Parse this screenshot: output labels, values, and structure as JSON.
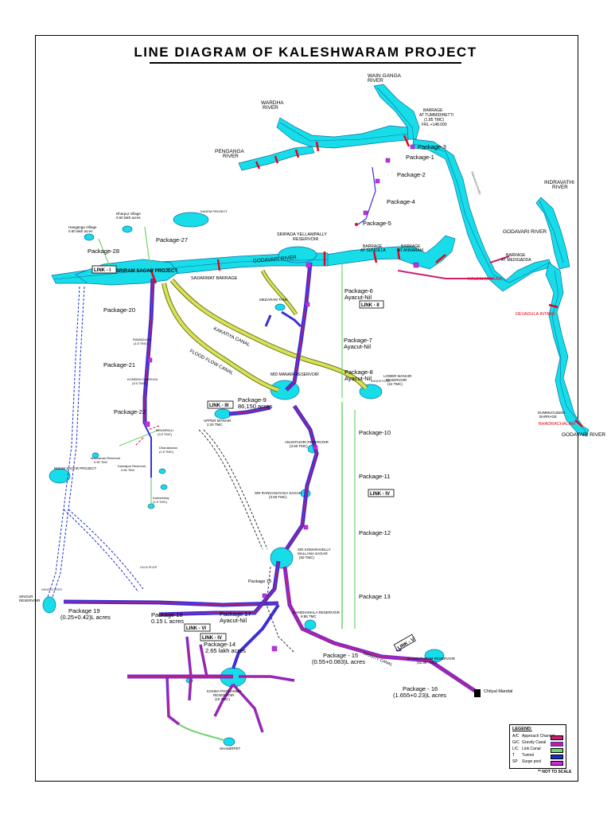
{
  "title": "LINE DIAGRAM OF KALESHWARAM PROJECT",
  "colors": {
    "river": "#17dde8",
    "river_edge": "#0a6fa8",
    "pipe": "#3b2fd6",
    "canal": "#d9e05a",
    "gravity": "#cc1f6e",
    "link": "#6fd26f",
    "surge": "#d22bd6",
    "red_text": "#e3061a"
  },
  "rivers": {
    "wainganga": "WAIN GANGA\nRIVER",
    "wardha": "WARDHA\nRIVER",
    "penganga": "PENGANGA\nRIVER",
    "indravathi": "INDRAVATHI\nRIVER",
    "godavari_right": "GODAVARI RIVER",
    "godavari_mid": "GODAVARI RIVER",
    "godavari_bottom": "GODAVARI RIVER",
    "manair": "MANAIR RIVER",
    "manjira": "MANJIRA RIVER",
    "haldi": "HALDI RIVER",
    "pranahita": "PRANAHITA RIVER"
  },
  "barrages": {
    "tummidihetti": "BARRAGE\nAT TUMMIDIHETTI\n(1.85 TMC)\nFRL +148.000",
    "sundilla": "BARRAGE\nAT SUNDILLA",
    "annaram": "BARRAGE\nAT ANNARAM",
    "medigadda": "BARRAGE\nAT MEDIGADDA",
    "kaleshwaram": "KALESHWARAM",
    "devadula": "DEVADULA INTAKE",
    "dummugudem": "DUMMUGUDEM\nBARRAGE",
    "bhadrachalam": "BHADRACHALAM",
    "sadarmat": "SADARMAT BARRAGE"
  },
  "reservoirs": {
    "sriram_sagar": "SRIRAM SAGAR PROJECT",
    "yellampally": "SRIPADA YELLAMPALLY\nRESERVOIR",
    "mid_manair": "MID MANAIR RESERVOIR",
    "lower_manair": "LOWER MANAIR\nRESERVOIR\n(24 TMC)",
    "upper_manair": "UPPER MANAIR\n2.20 TMC",
    "anantagiri": "ANANTAGIRI RESERVOIR\n(3.50 TMC)",
    "ranganayaka": "SRI RANGANAYAKA SAGAR\n(3.50 TMC)",
    "komaravelly": "SRI KOMARAVELLY\nMALLANA SAGAR\n(50 TMC)",
    "konda_pochamma": "KONDA POCHAMMA\nRESERVOIR\n(15 TMC)",
    "gandhamala": "GANDHAMALA RESERVOIR\n9.86 TMC",
    "baswapuram": "BASWAPURAM RESERVOIR\n(11.39 TMC)",
    "nizam_sagar": "NIZAM SAGAR PROJECT",
    "singur": "SINGUR\nRESERVOIR",
    "shamirpet": "SHAMIRPET",
    "kadem": "KADEM PROJECT",
    "meda": "MEDARAM TANK",
    "chityal": "Chityal Mandal",
    "hanganga": "Hanganga Village\n0.50 lakh acres",
    "dharpur": "Dharpur Village\n0.50 lakh acres",
    "kondem": "KONDEM CHERUVU\n(3.5 TMC)",
    "ramadugu": "RAMADUGU\n(1.5 TMC)",
    "bhumpalli": "BHUMPALLI\n(3.5 TMC)",
    "dhanakonda": "Dhanakonda\n(1.5 TMC)",
    "kamareddy": "Kamareddy\n(1.5 TMC)",
    "madharam": "Madharam Reservoir\n0.50 TMC",
    "kamalpur": "Kamalpur Reservoir\n0.50 TMC"
  },
  "packages": {
    "p1": "Package-1",
    "p2": "Package-2",
    "p3": "Package-3",
    "p4": "Package-4",
    "p5": "Package-5",
    "p6": "Package-6\nAyacut-Nil",
    "p7": "Package-7\nAyacut-Nil",
    "p8": "Package-8\nAyacut-Nil",
    "p9": "Package-9\n86,150 acres",
    "p10": "Package-10",
    "p11": "Package-11",
    "p12": "Package-12",
    "p13": "Package 13",
    "p14": "Package-14\n2.65 lakh acres",
    "p15": "Package - 15\n(0.55+0.083)L acres",
    "p16": "Package - 16\n(1.655+0.23)L acres",
    "p17": "Package 17\nAyacut-Nil",
    "p18": "Package 18\n0.15 L acres",
    "p19": "Package 19\n(0.25+0.42)L acres",
    "p20": "Package-20",
    "p21": "Package-21",
    "p22": "Package-22",
    "p27": "Package-27",
    "p28": "Package-28"
  },
  "links": [
    "LINK - I",
    "LINK - II",
    "LINK - III",
    "LINK - IV",
    "LINK - V",
    "LINK - VI"
  ],
  "canals": {
    "kakatiya": "KAKATIYA CANAL",
    "flood_flow": "FLOOD FLOW CANAL",
    "gravity": "GRAVITY CANAL"
  },
  "legend": {
    "title": "LEGEND:",
    "items": [
      {
        "key": "A/C",
        "desc": "Approach Channel",
        "color": "#cc1f6e"
      },
      {
        "key": "G/C",
        "desc": "Gravity Canal",
        "color": "#cc1f6e"
      },
      {
        "key": "L/C",
        "desc": "Link Canal",
        "color": "#6fd26f"
      },
      {
        "key": "T",
        "desc": "Tunnel",
        "color": "#1a2bd1"
      },
      {
        "key": "SP",
        "desc": "Surge pool",
        "color": "#d22bd6"
      }
    ]
  },
  "note": "** NOT TO SCALE"
}
